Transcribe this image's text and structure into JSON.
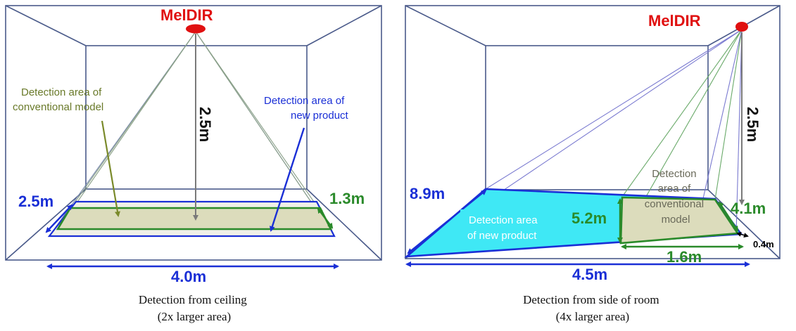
{
  "colors": {
    "room_edge": "#4a5a8a",
    "new_area_blue": "#1a2fd6",
    "conv_area_green": "#2a8a2a",
    "conv_fill": "#dcdcbc",
    "new_fill_cyan": "#3fe8f5",
    "sensor_red": "#e01010",
    "height_gray": "#7a7a7a",
    "olive_text": "#6a7a2a"
  },
  "left": {
    "sensor_label": "MelDIR",
    "height": "2.5m",
    "conv_label": [
      "Detection area of",
      "conventional model"
    ],
    "new_label": [
      "Detection area of",
      "new product"
    ],
    "depth_new": "2.5m",
    "depth_conv": "1.3m",
    "width": "4.0m",
    "caption": [
      "Detection from ceiling",
      "(2x larger area)"
    ]
  },
  "right": {
    "sensor_label": "MelDIR",
    "height": "2.5m",
    "depth_new": "8.9m",
    "new_label": [
      "Detection area",
      "of new product"
    ],
    "conv_depth": "5.2m",
    "conv_label": [
      "Detection",
      "area of",
      "conventional",
      "model"
    ],
    "depth_side": "4.1m",
    "offset": "0.4m",
    "conv_width": "1.6m",
    "width": "4.5m",
    "caption": [
      "Detection from side of room",
      "(4x larger area)"
    ]
  }
}
